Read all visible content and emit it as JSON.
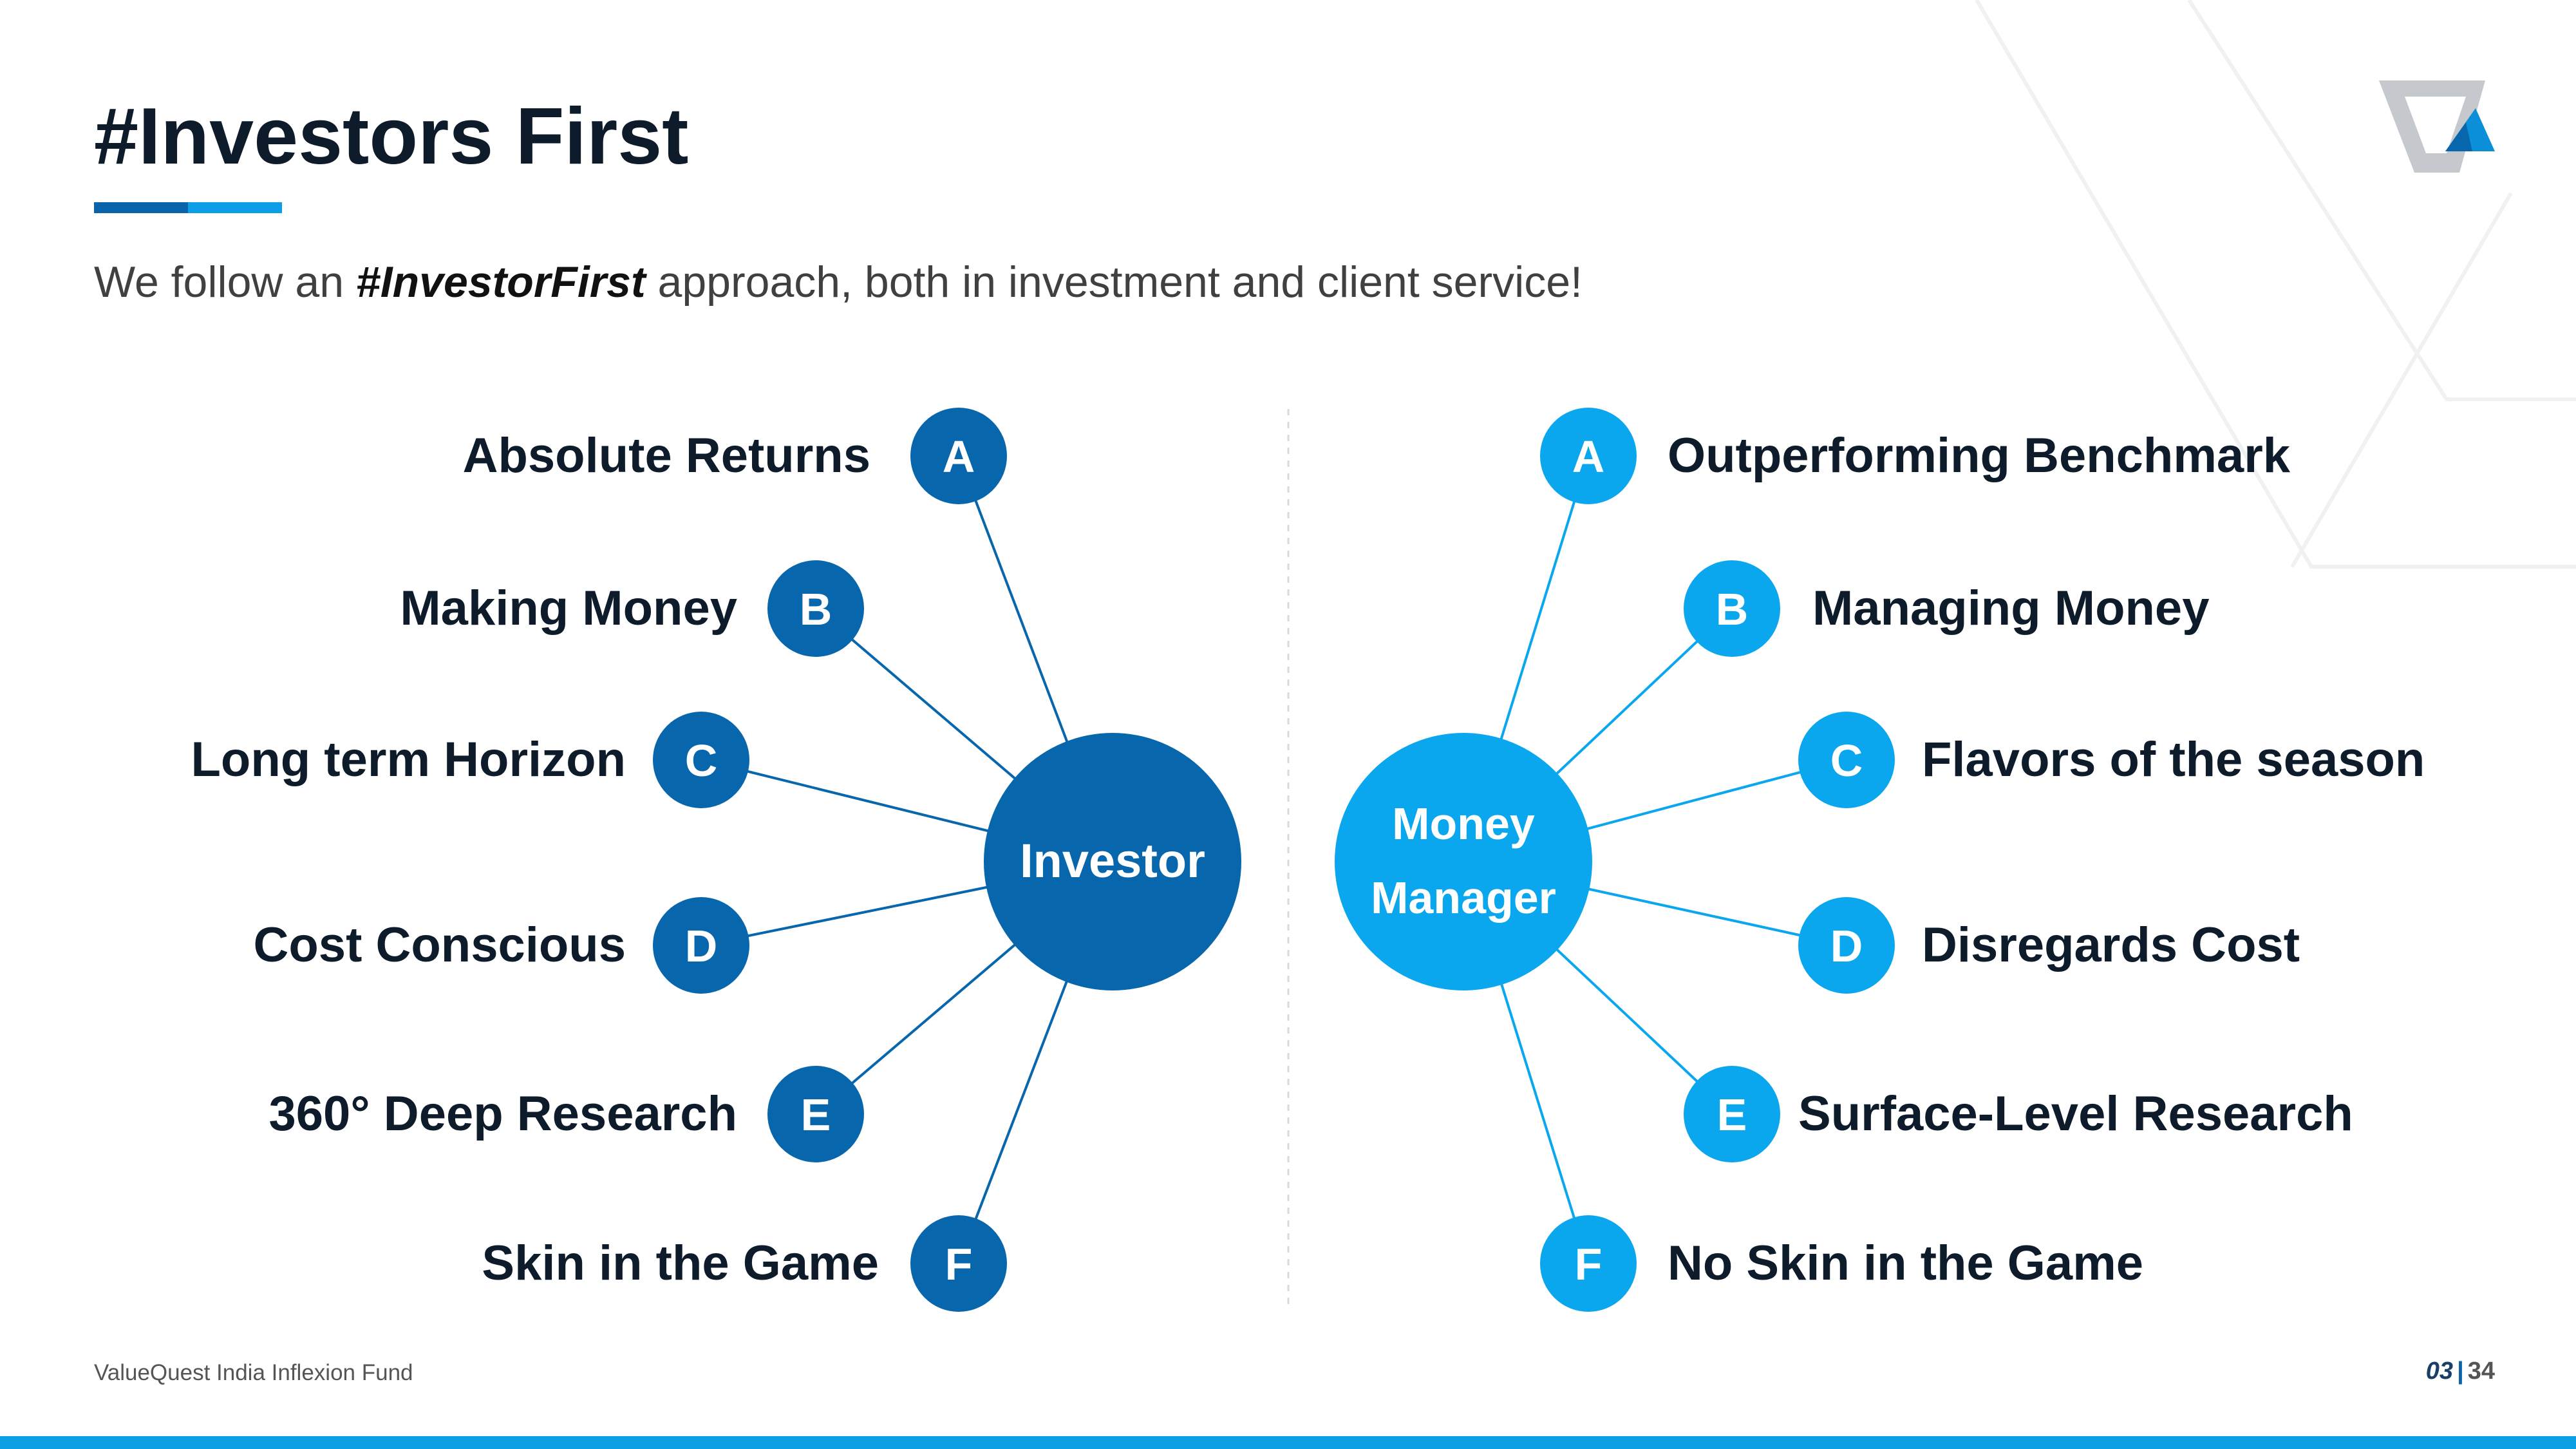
{
  "slide": {
    "title": "#Investors First",
    "subtitle_pre": "We follow an ",
    "subtitle_bold": "#InvestorFirst",
    "subtitle_post": " approach, both in investment and client service!"
  },
  "colors": {
    "investor": "#0866ad",
    "manager": "#0ba7ee",
    "text": "#0d1b2a",
    "accent_light": "#0c9ee6"
  },
  "investor": {
    "hub_label": "Investor",
    "spokes": [
      {
        "letter": "A",
        "label": "Absolute Returns"
      },
      {
        "letter": "B",
        "label": "Making Money"
      },
      {
        "letter": "C",
        "label": "Long term Horizon"
      },
      {
        "letter": "D",
        "label": "Cost Conscious"
      },
      {
        "letter": "E",
        "label": "360° Deep Research"
      },
      {
        "letter": "F",
        "label": "Skin in the Game"
      }
    ]
  },
  "manager": {
    "hub_label_line1": "Money",
    "hub_label_line2": "Manager",
    "spokes": [
      {
        "letter": "A",
        "label": "Outperforming Benchmark"
      },
      {
        "letter": "B",
        "label": "Managing Money"
      },
      {
        "letter": "C",
        "label": "Flavors of the season"
      },
      {
        "letter": "D",
        "label": "Disregards Cost"
      },
      {
        "letter": "E",
        "label": "Surface-Level Research"
      },
      {
        "letter": "F",
        "label": "No Skin in the Game"
      }
    ]
  },
  "footer": {
    "fund_name": "ValueQuest India Inflexion Fund",
    "page_current": "03",
    "page_total": "34"
  },
  "icons": {
    "logo": "valuequest-logo-icon"
  }
}
